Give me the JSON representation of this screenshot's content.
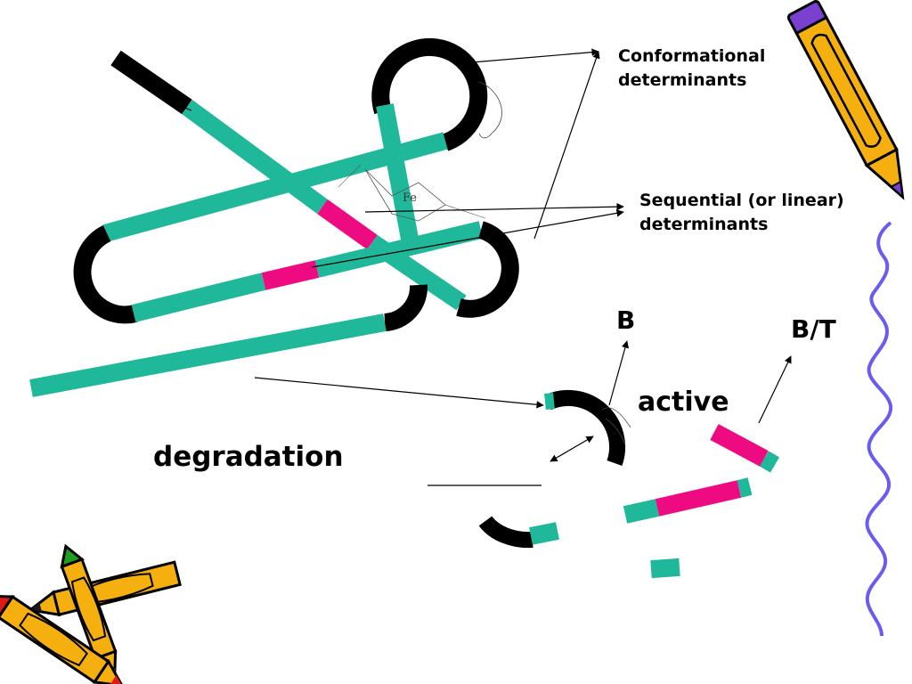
{
  "labels": {
    "conformational": [
      "Conformational",
      "determinants"
    ],
    "sequential": [
      "Sequential (or linear)",
      "determinants"
    ],
    "b": "B",
    "bt": "B/T",
    "active": "active",
    "degradation": "degradation",
    "fe": "Fe"
  },
  "icons": {
    "pencil_top_right": "pencil-icon",
    "crayons_bottom_left": "crayons-icon",
    "wavy_border": "wavy-line-decoration"
  },
  "colors": {
    "chain_teal": "#1fb89a",
    "chain_black": "#000000",
    "epitope_pink": "#ee0a80",
    "border_purple": "#6a5cf0",
    "pencil_yellow": "#f5b010",
    "pencil_purple": "#7a40d0",
    "crayon_red": "#e01818",
    "crayon_green": "#1ea01e"
  }
}
